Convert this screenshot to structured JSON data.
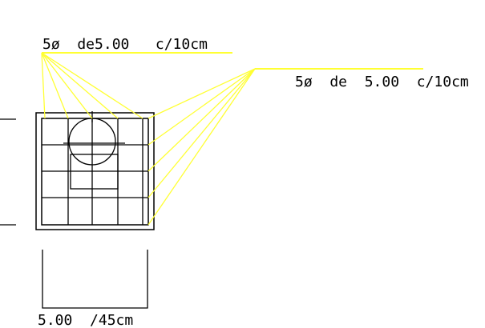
{
  "labels": {
    "top_left_rebar": "5ø  de5.00   c/10cm",
    "top_right_rebar": "5ø  de  5.00  c/10cm",
    "bottom_dimension": "5.00  /45cm"
  },
  "colors": {
    "background": "#ffffff",
    "linework": "#000000",
    "leaders": "#ffff33"
  }
}
